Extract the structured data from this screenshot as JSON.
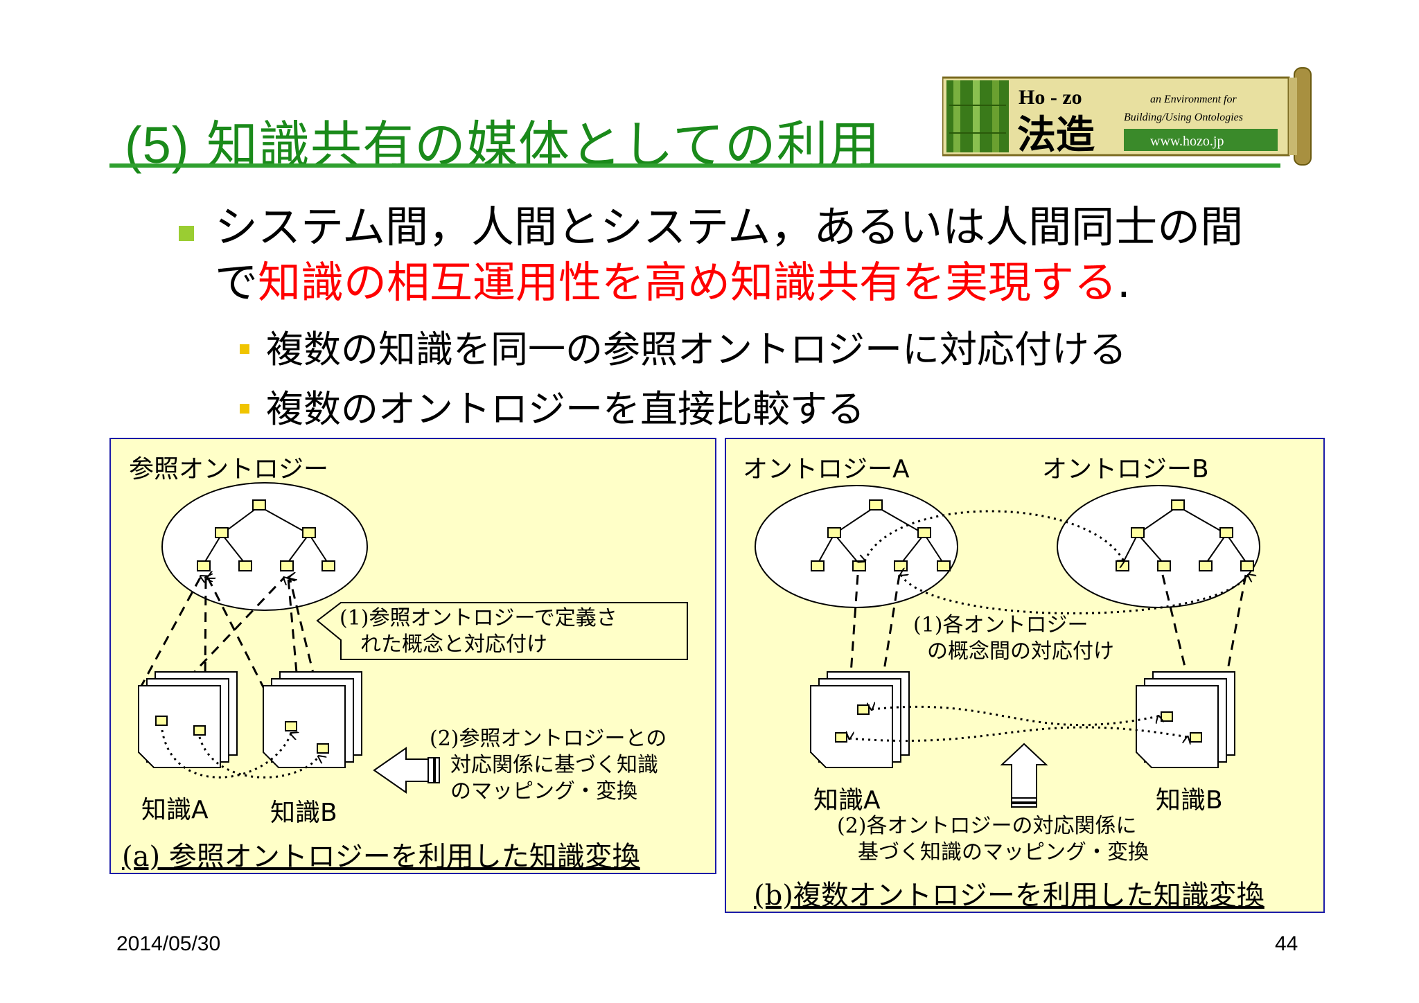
{
  "slide": {
    "title_num": "(5)",
    "title_text": "知識共有の媒体としての利用",
    "date": "2014/05/30",
    "page": "44"
  },
  "logo": {
    "brand_top": "Ho - zo",
    "brand_kanji": "法造",
    "tag1": "an Environment for",
    "tag2": "Building/Using Ontologies",
    "url": "www.hozo.jp"
  },
  "bullets": {
    "main_line1": "システム間，人間とシステム，あるいは人間同士の間",
    "main_line2_pre": "で",
    "main_line2_red": "知識の相互運用性を高め知識共有を実現する",
    "main_line2_post": ".",
    "sub1": "複数の知識を同一の参照オントロジーに対応付ける",
    "sub2": "複数のオントロジーを直接比較する"
  },
  "panel_a": {
    "heading": "参照オントロジー",
    "note1_line1": "(1)参照オントロジーで定義さ",
    "note1_line2": "れた概念と対応付け",
    "note2_line1": "(2)参照オントロジーとの",
    "note2_line2": "対応関係に基づく知識",
    "note2_line3": "のマッピング・変換",
    "label_a": "知識A",
    "label_b": "知識B",
    "caption": "(a) 参照オントロジーを利用した知識変換"
  },
  "panel_b": {
    "heading_a": "オントロジーA",
    "heading_b": "オントロジーB",
    "note1_line1": "(1)各オントロジー",
    "note1_line2": "の概念間の対応付け",
    "note2_line1": "(2)各オントロジーの対応関係に",
    "note2_line2": "基づく知識のマッピング・変換",
    "label_a": "知識A",
    "label_b": "知識B",
    "caption": "(b)複数オントロジーを利用した知識変換"
  },
  "colors": {
    "title_green": "#1a8a1a",
    "rule_green": "#2fa02f",
    "highlight_red": "#ff0000",
    "panel_fill": "#ffffc8",
    "panel_border": "#1a1aa8",
    "bullet_green": "#9acd32",
    "bullet_yellow": "#f0c400"
  }
}
